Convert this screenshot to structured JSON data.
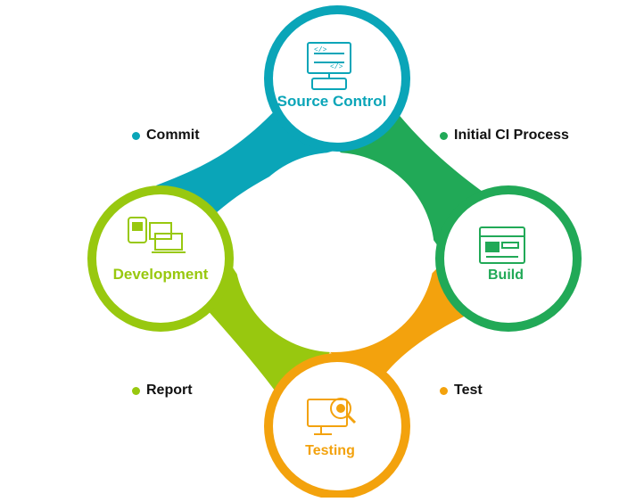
{
  "nodes": {
    "source_control": {
      "title": "Source Control",
      "color": "#0aa5b8",
      "icon": "code-monitor-icon"
    },
    "build": {
      "title": "Build",
      "color": "#21a957",
      "icon": "browser-window-icon"
    },
    "testing": {
      "title": "Testing",
      "color": "#f3a20d",
      "icon": "bug-magnifier-icon"
    },
    "development": {
      "title": "Development",
      "color": "#98c80f",
      "icon": "devices-icon"
    }
  },
  "steps": {
    "commit": {
      "label": "Commit",
      "color": "#0aa5b8"
    },
    "initial_ci": {
      "label": "Initial CI Process",
      "color": "#21a957"
    },
    "test": {
      "label": "Test",
      "color": "#f3a20d"
    },
    "report": {
      "label": "Report",
      "color": "#98c80f"
    }
  }
}
